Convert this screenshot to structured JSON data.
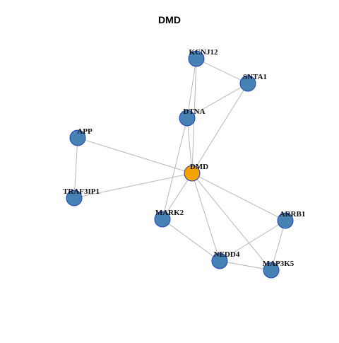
{
  "title": "DMD",
  "colors": {
    "hub_fill": "#f5a300",
    "node_fill": "#4682b4",
    "node_stroke": "#1f3fbf",
    "edge": "#b0b0b0",
    "label": "#111111"
  },
  "nodes": [
    {
      "id": "DMD",
      "hub": true
    },
    {
      "id": "KCNJ12",
      "hub": false
    },
    {
      "id": "SNTA1",
      "hub": false
    },
    {
      "id": "DTNA",
      "hub": false
    },
    {
      "id": "APP",
      "hub": false
    },
    {
      "id": "TRAF3IP1",
      "hub": false
    },
    {
      "id": "MARK2",
      "hub": false
    },
    {
      "id": "ARRB1",
      "hub": false
    },
    {
      "id": "NEDD4",
      "hub": false
    },
    {
      "id": "MAP3K5",
      "hub": false
    }
  ],
  "edges": [
    [
      "KCNJ12",
      "SNTA1"
    ],
    [
      "KCNJ12",
      "DTNA"
    ],
    [
      "KCNJ12",
      "DMD"
    ],
    [
      "SNTA1",
      "DTNA"
    ],
    [
      "SNTA1",
      "DMD"
    ],
    [
      "DTNA",
      "DMD"
    ],
    [
      "DTNA",
      "MARK2"
    ],
    [
      "APP",
      "DMD"
    ],
    [
      "APP",
      "TRAF3IP1"
    ],
    [
      "TRAF3IP1",
      "DMD"
    ],
    [
      "DMD",
      "MARK2"
    ],
    [
      "DMD",
      "ARRB1"
    ],
    [
      "DMD",
      "NEDD4"
    ],
    [
      "DMD",
      "MAP3K5"
    ],
    [
      "MARK2",
      "NEDD4"
    ],
    [
      "ARRB1",
      "NEDD4"
    ],
    [
      "ARRB1",
      "MAP3K5"
    ],
    [
      "NEDD4",
      "MAP3K5"
    ]
  ]
}
